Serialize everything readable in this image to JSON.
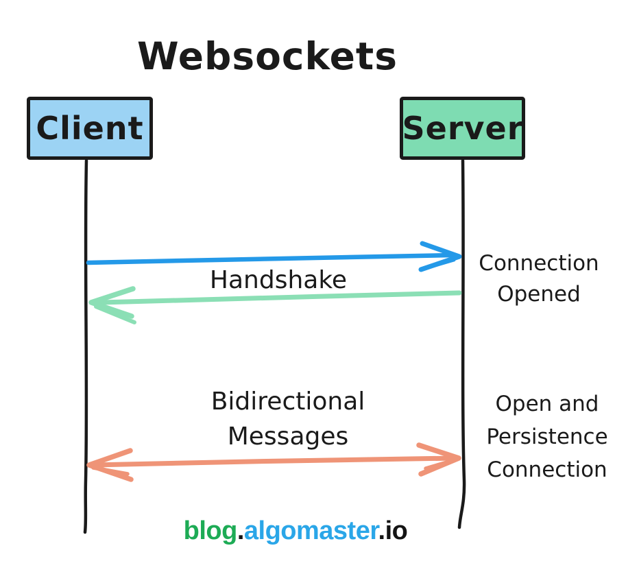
{
  "title": "Websockets",
  "actors": {
    "client": {
      "label": "Client"
    },
    "server": {
      "label": "Server"
    }
  },
  "messages": {
    "handshake": {
      "label": "Handshake"
    },
    "connection_opened": {
      "line1": "Connection",
      "line2": "Opened"
    },
    "bidirectional": {
      "line1": "Bidirectional",
      "line2": "Messages"
    },
    "persistent_connection": {
      "line1": "Open and",
      "line2": "Persistence",
      "line3": "Connection"
    }
  },
  "footer": {
    "blog": "blog",
    "dot1": ".",
    "algomaster": "algomaster",
    "dot2": ".",
    "io": "io"
  },
  "colors": {
    "client_box": "#9cd3f4",
    "server_box": "#7edcb2",
    "handshake_request_arrow": "#2499e8",
    "handshake_response_arrow": "#8bdfb5",
    "bidirectional_arrow": "#ef9477",
    "lifeline": "#1a1a1a",
    "text": "#1a1a1a",
    "footer_blog": "#1dab55",
    "footer_algomaster": "#2aa6e8",
    "footer_io": "#141414"
  }
}
